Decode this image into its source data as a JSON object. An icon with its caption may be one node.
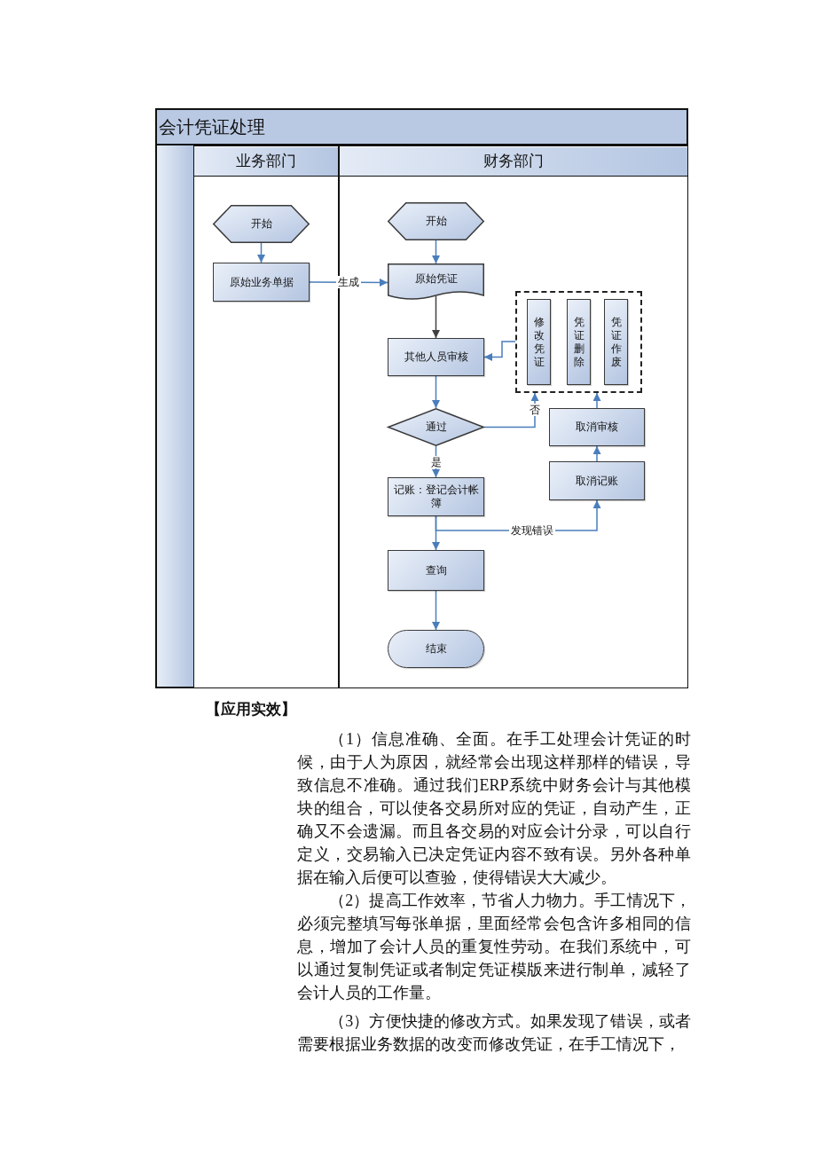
{
  "diagram": {
    "nodes": [
      {
        "text": [
          "会计凭证处理"
        ]
      },
      {
        "text": [
          "业务部门"
        ],
        "in": 0
      },
      {
        "text": [
          "财务部门"
        ],
        "in": 0
      },
      {
        "text": [
          "开始"
        ],
        "in": 1
      },
      {
        "text": [
          "原始业务单据"
        ],
        "in": 1
      },
      {
        "text": [
          "开始"
        ],
        "in": 2
      },
      {
        "text": [
          "原始凭证"
        ],
        "in": 2
      },
      {
        "text": [
          "其他人员审核"
        ],
        "in": 2
      },
      {
        "text": [
          "通过"
        ],
        "in": 2
      },
      {
        "text": [
          "记账：登记会计帐簿"
        ],
        "in": 2
      },
      {
        "text": [
          "查询"
        ],
        "in": 2
      },
      {
        "text": [
          "结束"
        ],
        "in": 2
      },
      {
        "text": [],
        "shape": "box",
        "in": 2
      },
      {
        "text": [
          "修改凭证"
        ],
        "in": 12
      },
      {
        "text": [
          "凭证删除"
        ],
        "in": 12
      },
      {
        "text": [
          "凭证作废"
        ],
        "in": 12
      },
      {
        "text": [
          "取消审核"
        ],
        "in": 2
      },
      {
        "text": [
          "取消记账"
        ],
        "in": 2
      }
    ],
    "edges": [
      {
        "from": 3,
        "to": 4,
        "arrow": "to"
      },
      {
        "from": 4,
        "to": 6,
        "arrow": "to",
        "label": "生成"
      },
      {
        "from": 5,
        "to": 6,
        "arrow": "to"
      },
      {
        "from": 6,
        "to": 7,
        "arrow": "to",
        "color": "#404040"
      },
      {
        "from": 7,
        "to": 8,
        "arrow": "to"
      },
      {
        "from": 8,
        "to": 9,
        "arrow": "to",
        "label": "是"
      },
      {
        "from": 8,
        "to": 12,
        "arrow": "to",
        "label": "否"
      },
      {
        "from": 12,
        "to": 7,
        "arrow": "to"
      },
      {
        "from": 16,
        "to": 12,
        "arrow": "to"
      },
      {
        "from": 17,
        "to": 16,
        "arrow": "to"
      },
      {
        "from": 9,
        "to": 17,
        "arrow": "to",
        "label": "发现错误"
      },
      {
        "from": 9,
        "to": 10,
        "arrow": "to"
      },
      {
        "from": 10,
        "to": 11,
        "arrow": "to"
      }
    ],
    "labels": [
      "【应用实效】",
      "（1）信息准确、全面。在手工处理会计凭证的时候，由于人为原因，就经常会出现这样那样的错误，导致信息不准确。通过我们ERP系统中财务会计与其他模块的组合，可以使各交易所对应的凭证，自动产生，正确又不会遗漏。而且各交易的对应会计分录，可以自行定义，交易输入已决定凭证内容不致有误。另外各种单据在输入后便可以查验，使得错误大大减少。",
      "（2）提高工作效率，节省人力物力。手工情况下，必须完整填写每张单据，里面经常会包含许多相同的信息，增加了会计人员的重复性劳动。在我们系统中，可以通过复制凭证或者制定凭证模版来进行制单，减轻了会计人员的工作量。",
      "（3）方便快捷的修改方式。如果发现了错误，或者需要根据业务数据的改变而修改凭证，在手工情况下，"
    ]
  }
}
